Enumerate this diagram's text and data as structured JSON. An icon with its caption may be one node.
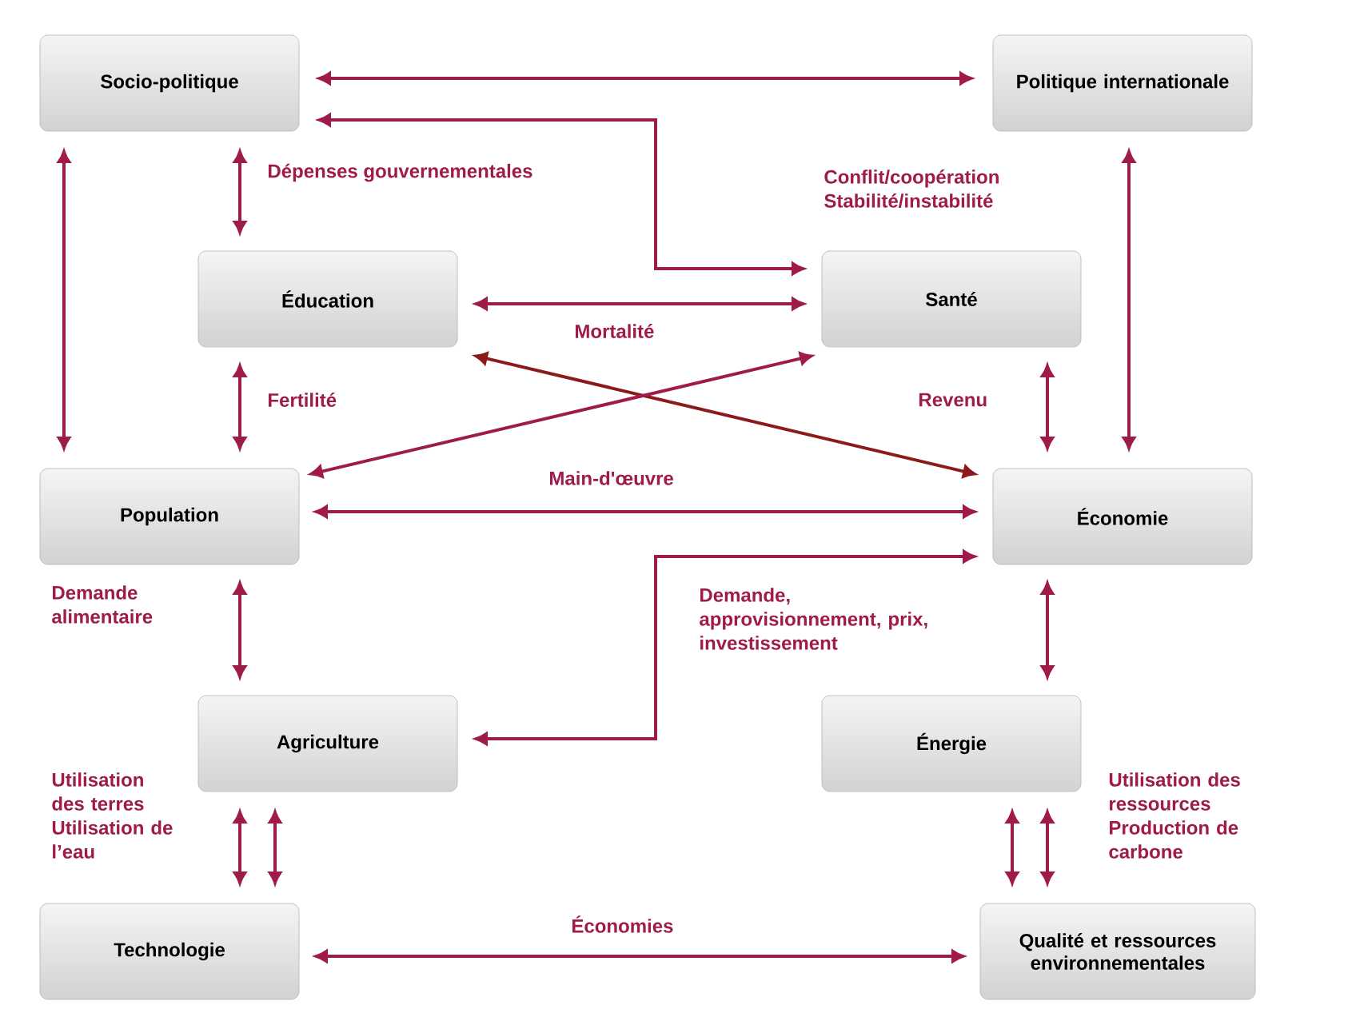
{
  "diagram": {
    "nodes": [
      {
        "text": [
          "Socio-politique"
        ]
      },
      {
        "text": [
          "Politique internationale"
        ]
      },
      {
        "text": [
          "Éducation"
        ]
      },
      {
        "text": [
          "Santé"
        ]
      },
      {
        "text": [
          "Population"
        ]
      },
      {
        "text": [
          "Économie"
        ]
      },
      {
        "text": [
          "Agriculture"
        ]
      },
      {
        "text": [
          "Énergie"
        ]
      },
      {
        "text": [
          "Technologie"
        ]
      },
      {
        "text": [
          "Qualité et ressources environnementales"
        ]
      }
    ],
    "edges": [
      {
        "from": 0,
        "to": 1,
        "arrow": "both"
      },
      {
        "from": 0,
        "to": 3,
        "arrow": "both"
      },
      {
        "from": 0,
        "to": 2,
        "arrow": "both",
        "label": "Dépenses gouvernementales"
      },
      {
        "from": 0,
        "to": 4,
        "arrow": "both"
      },
      {
        "from": 1,
        "to": 5,
        "arrow": "both"
      },
      {
        "from": 2,
        "to": 3,
        "arrow": "both",
        "label": "Mortalité"
      },
      {
        "from": 2,
        "to": 5,
        "arrow": "both",
        "color": "#8b1a1a"
      },
      {
        "from": 3,
        "to": 4,
        "arrow": "both"
      },
      {
        "from": 2,
        "to": 4,
        "arrow": "both",
        "label": "Fertilité"
      },
      {
        "from": 3,
        "to": 5,
        "arrow": "both",
        "label": "Revenu"
      },
      {
        "from": 4,
        "to": 5,
        "arrow": "both",
        "label": "Main-d'œuvre"
      },
      {
        "from": 4,
        "to": 6,
        "arrow": "both",
        "label": "Demande alimentaire"
      },
      {
        "from": 5,
        "to": 6,
        "arrow": "both",
        "label": "Demande, approvisionnement, prix, investissement"
      },
      {
        "from": 5,
        "to": 7,
        "arrow": "both"
      },
      {
        "from": 6,
        "to": 8,
        "arrow": "both",
        "label": "Utilisation des terres Utilisation de l’eau"
      },
      {
        "from": 6,
        "to": 8,
        "arrow": "both"
      },
      {
        "from": 7,
        "to": 9,
        "arrow": "both"
      },
      {
        "from": 7,
        "to": 9,
        "arrow": "both",
        "label": "Utilisation des ressources Production de carbone"
      },
      {
        "from": 8,
        "to": 9,
        "arrow": "both",
        "label": "Économies"
      }
    ],
    "labels": [
      "Conflit/coopération Stabilité/instabilité"
    ]
  }
}
